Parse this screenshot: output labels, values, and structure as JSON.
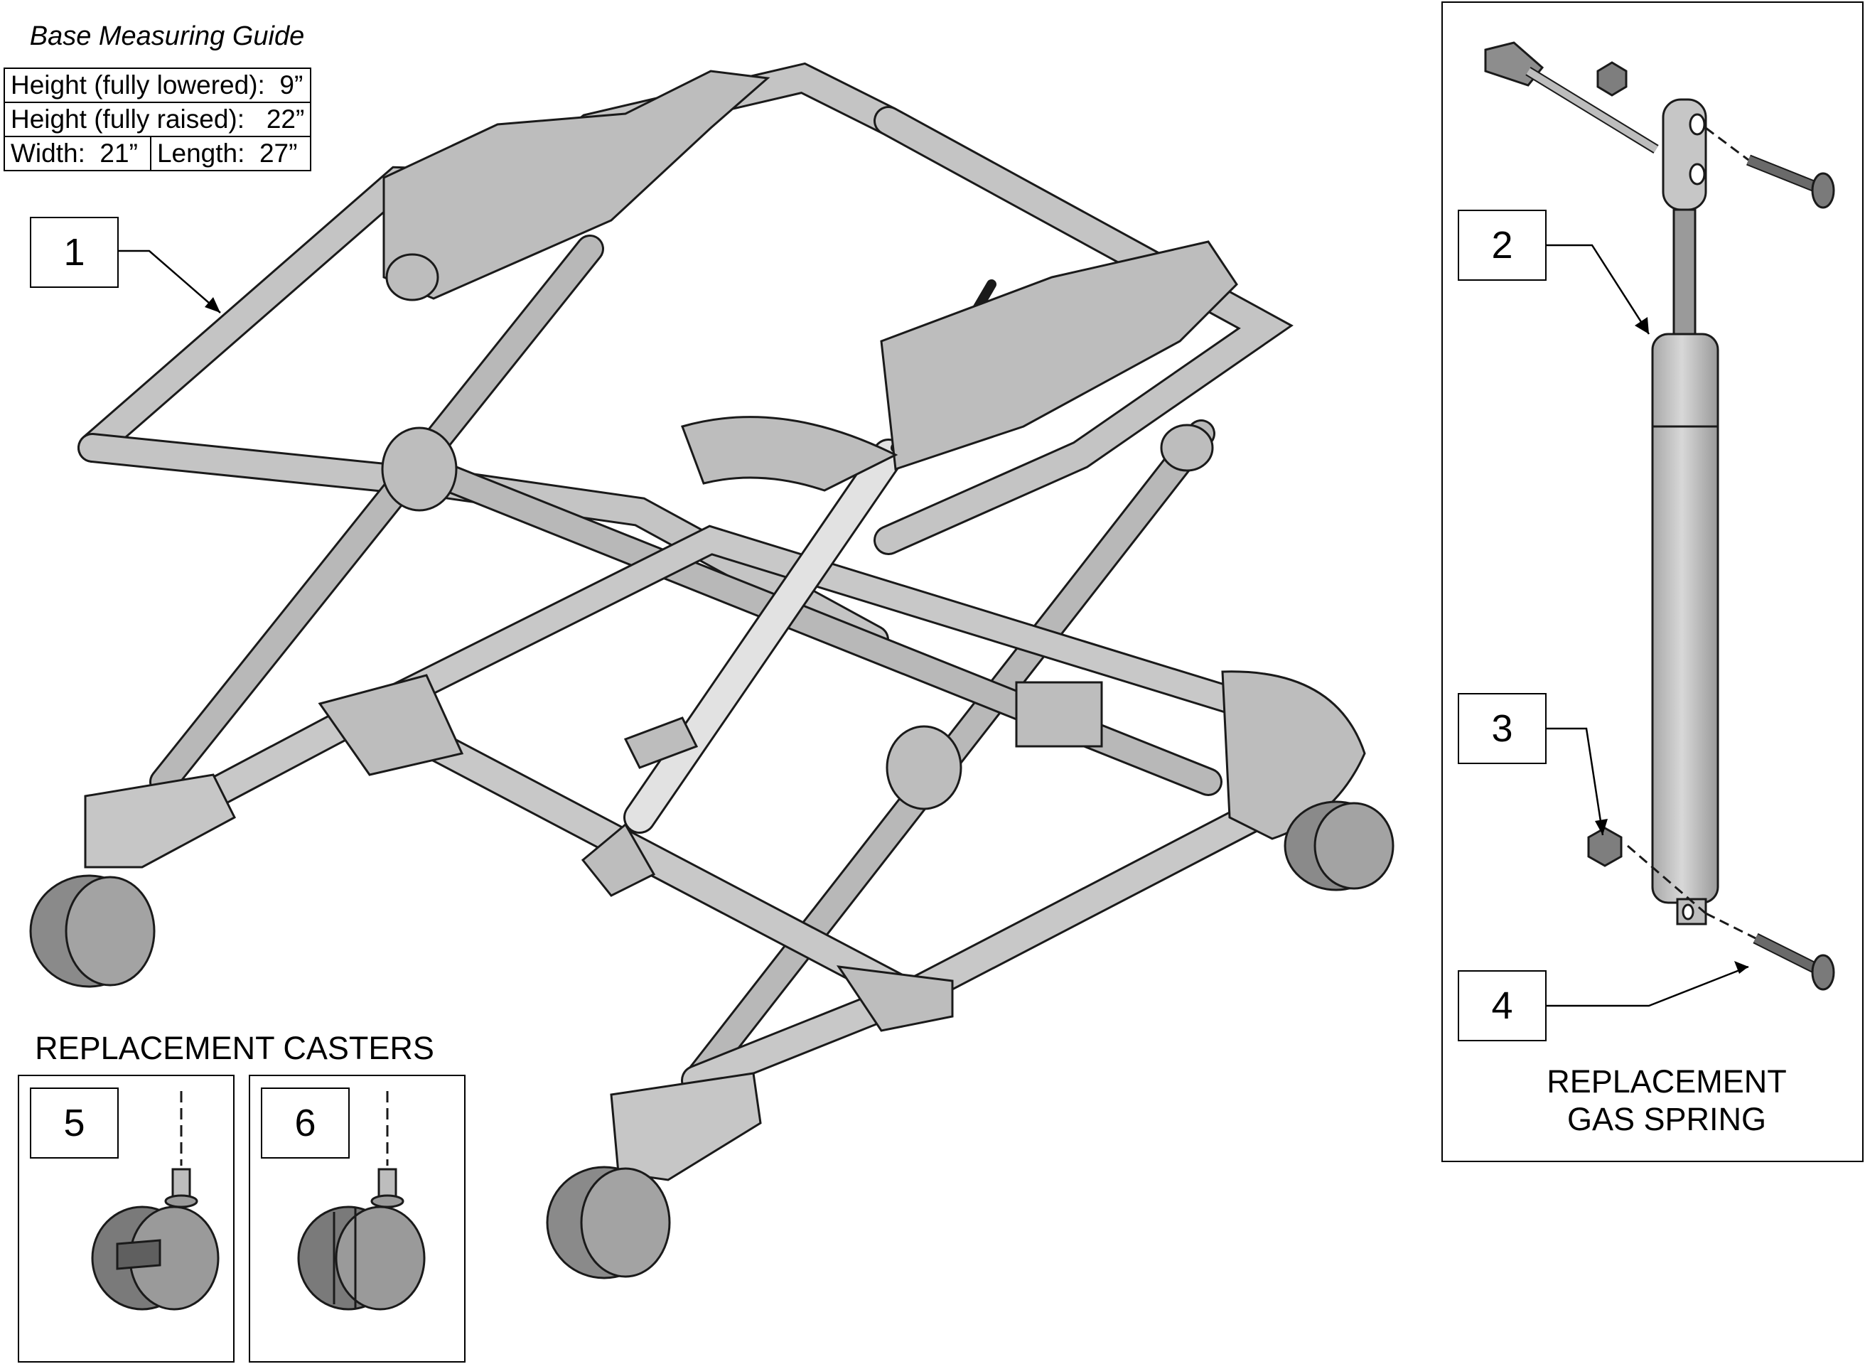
{
  "measuring_guide": {
    "title": "Base Measuring Guide",
    "height_lowered_label": "Height (fully lowered):",
    "height_lowered_value": "9”",
    "height_raised_label": "Height (fully raised):",
    "height_raised_value": "22”",
    "width": "Width:  21”",
    "length": "Length:  27”"
  },
  "callouts": {
    "c1": "1",
    "c2": "2",
    "c3": "3",
    "c4": "4",
    "c5": "5",
    "c6": "6"
  },
  "captions": {
    "casters": "REPLACEMENT CASTERS",
    "gas_spring": "REPLACEMENT\nGAS SPRING"
  },
  "colors": {
    "metal": "#bdbdbd",
    "metal_dark": "#8e8e8e",
    "outline": "#1a1a1a",
    "wheel": "#7a7a7a"
  }
}
